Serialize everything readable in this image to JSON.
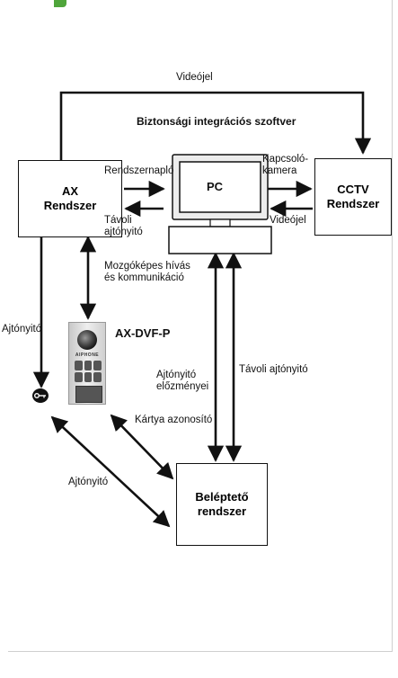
{
  "boxes": {
    "ax": "AX\nRendszer",
    "pc": "PC",
    "cctv": "CCTV\nRendszer",
    "access": "Beléptető\nrendszer"
  },
  "labels": {
    "video_top": "Videójel",
    "software_title": "Biztonsági integrációs szoftver",
    "rendszernaplo": "Rendszernapló",
    "tavoli_ajtonyito_left": "Távoli\najtónyitó",
    "kapcsolo_kamera": "Kapcsoló-\nkamera",
    "video_right": "Videójel",
    "mozgokepes": "Mozgóképes hívás\nés kommunikáció",
    "ajtonyito_left": "Ajtónyitó",
    "device_name": "AX-DVF-P",
    "ajtonyito_elozmenyei": "Ajtónyitó\nelőzményei",
    "tavoli_ajtonyito_right": "Távoli ajtónyitó",
    "kartya": "Kártya azonosító",
    "ajtonyito_bottom": "Ajtónyitó"
  },
  "device": {
    "brand": "AIPHONE"
  },
  "colors": {
    "accent_green": "#4fa53b",
    "line": "#111111"
  }
}
